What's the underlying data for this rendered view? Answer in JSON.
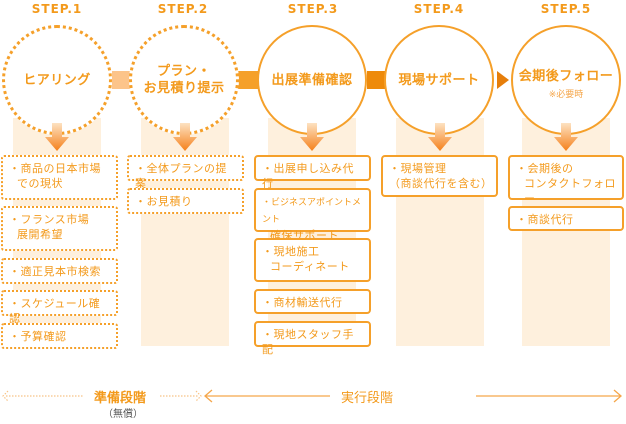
{
  "steps": [
    {
      "label": "STEP.1",
      "title_lines": [
        "ヒアリング"
      ],
      "note": "",
      "style": "dotted",
      "items": [
        {
          "line1": "・商品の日本市場",
          "line2": "での現状"
        },
        {
          "line1": "・フランス市場",
          "line2": "展開希望"
        },
        {
          "line1": "・適正見本市検索",
          "line2": ""
        },
        {
          "line1": "・スケジュール確認",
          "line2": ""
        },
        {
          "line1": "・予算確認",
          "line2": ""
        }
      ]
    },
    {
      "label": "STEP.2",
      "title_lines": [
        "プラン・",
        "お見積り提示"
      ],
      "note": "",
      "style": "dotted",
      "items": [
        {
          "line1": "・全体プランの提案",
          "line2": ""
        },
        {
          "line1": "・お見積り",
          "line2": ""
        }
      ]
    },
    {
      "label": "STEP.3",
      "title_lines": [
        "出展準備確認"
      ],
      "note": "",
      "style": "solid",
      "items": [
        {
          "line1": "・出展申し込み代行",
          "line2": ""
        },
        {
          "line1": "・ビジネスアポイントメント",
          "line2": "確保サポート"
        },
        {
          "line1": "・現地施工",
          "line2": "コーディネート"
        },
        {
          "line1": "・商材輸送代行",
          "line2": ""
        },
        {
          "line1": "・現地スタッフ手配",
          "line2": ""
        }
      ]
    },
    {
      "label": "STEP.4",
      "title_lines": [
        "現場サポート"
      ],
      "note": "",
      "style": "solid",
      "items": [
        {
          "line1": "・現場管理",
          "line2": "（商談代行を含む）"
        }
      ]
    },
    {
      "label": "STEP.5",
      "title_lines": [
        "会期後フォロー"
      ],
      "note": "※必要時",
      "style": "solid",
      "items": [
        {
          "line1": "・会期後の",
          "line2": "コンタクトフォロー"
        },
        {
          "line1": "・商談代行",
          "line2": ""
        }
      ]
    }
  ],
  "phases": {
    "prep": {
      "label": "準備段階",
      "sub": "（無償）"
    },
    "exec": {
      "label": "実行段階"
    }
  },
  "colors": {
    "accent": "#f39a1c",
    "column_bg": "#fef0dd",
    "connector_light": "#fcc48a",
    "connector_mid": "#f5a02a",
    "connector_dark": "#ee8a0a"
  }
}
